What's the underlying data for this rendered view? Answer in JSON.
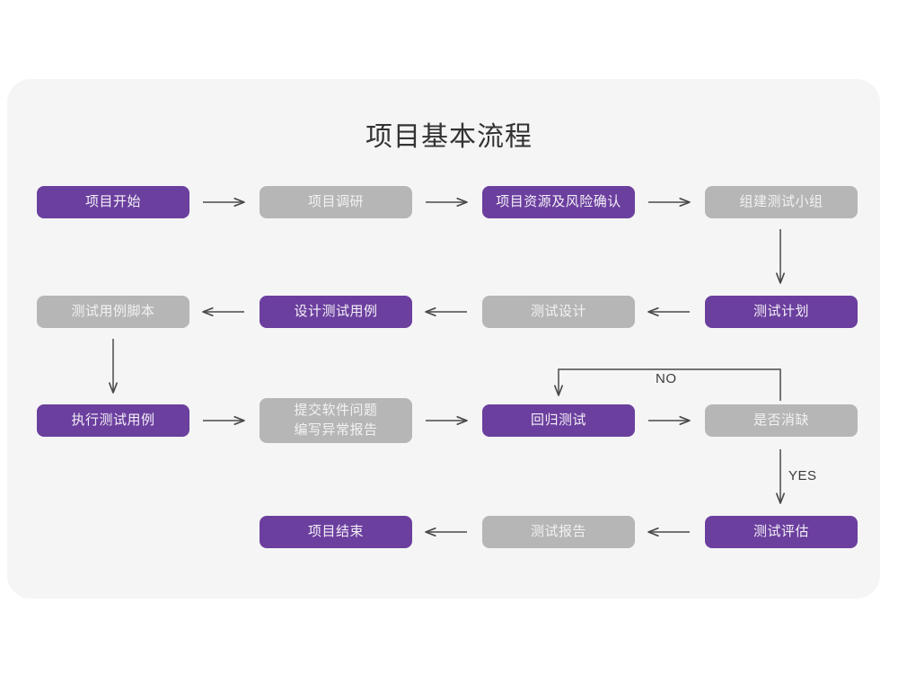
{
  "page": {
    "background": "#ffffff",
    "card_background": "#f5f5f5",
    "title": "项目基本流程"
  },
  "colors": {
    "purple": "#6b3f9e",
    "gray": "#b6b6b6",
    "purple_text": "#f4f0f8",
    "gray_text": "#f2f2f2",
    "arrow": "#4a4a4a",
    "title_text": "#333333"
  },
  "chart_data": {
    "type": "diagram",
    "title": "项目基本流程",
    "nodes": [
      {
        "id": "n1",
        "label": "项目开始",
        "style": "purple",
        "row": 1,
        "col": 1
      },
      {
        "id": "n2",
        "label": "项目调研",
        "style": "gray",
        "row": 1,
        "col": 2
      },
      {
        "id": "n3",
        "label": "项目资源及风险确认",
        "style": "purple",
        "row": 1,
        "col": 3
      },
      {
        "id": "n4",
        "label": "组建测试小组",
        "style": "gray",
        "row": 1,
        "col": 4
      },
      {
        "id": "n5",
        "label": "测试用例脚本",
        "style": "gray",
        "row": 2,
        "col": 1
      },
      {
        "id": "n6",
        "label": "设计测试用例",
        "style": "purple",
        "row": 2,
        "col": 2
      },
      {
        "id": "n7",
        "label": "测试设计",
        "style": "gray",
        "row": 2,
        "col": 3
      },
      {
        "id": "n8",
        "label": "测试计划",
        "style": "purple",
        "row": 2,
        "col": 4
      },
      {
        "id": "n9",
        "label": "执行测试用例",
        "style": "purple",
        "row": 3,
        "col": 1
      },
      {
        "id": "n10",
        "label": "提交软件问题\n编写异常报告",
        "style": "gray",
        "row": 3,
        "col": 2
      },
      {
        "id": "n11",
        "label": "回归测试",
        "style": "purple",
        "row": 3,
        "col": 3
      },
      {
        "id": "n12",
        "label": "是否消缺",
        "style": "gray",
        "row": 3,
        "col": 4
      },
      {
        "id": "n13",
        "label": "项目结束",
        "style": "purple",
        "row": 4,
        "col": 2
      },
      {
        "id": "n14",
        "label": "测试报告",
        "style": "gray",
        "row": 4,
        "col": 3
      },
      {
        "id": "n15",
        "label": "测试评估",
        "style": "purple",
        "row": 4,
        "col": 4
      }
    ],
    "edges": [
      {
        "from": "n1",
        "to": "n2",
        "dir": "right",
        "label": ""
      },
      {
        "from": "n2",
        "to": "n3",
        "dir": "right",
        "label": ""
      },
      {
        "from": "n3",
        "to": "n4",
        "dir": "right",
        "label": ""
      },
      {
        "from": "n4",
        "to": "n8",
        "dir": "down",
        "label": ""
      },
      {
        "from": "n8",
        "to": "n7",
        "dir": "left",
        "label": ""
      },
      {
        "from": "n7",
        "to": "n6",
        "dir": "left",
        "label": ""
      },
      {
        "from": "n6",
        "to": "n5",
        "dir": "left",
        "label": ""
      },
      {
        "from": "n5",
        "to": "n9",
        "dir": "down",
        "label": ""
      },
      {
        "from": "n9",
        "to": "n10",
        "dir": "right",
        "label": ""
      },
      {
        "from": "n10",
        "to": "n11",
        "dir": "right",
        "label": ""
      },
      {
        "from": "n11",
        "to": "n12",
        "dir": "right",
        "label": ""
      },
      {
        "from": "n12",
        "to": "n11",
        "dir": "loop-up",
        "label": "NO"
      },
      {
        "from": "n12",
        "to": "n15",
        "dir": "down",
        "label": "YES"
      },
      {
        "from": "n15",
        "to": "n14",
        "dir": "left",
        "label": ""
      },
      {
        "from": "n14",
        "to": "n13",
        "dir": "left",
        "label": ""
      }
    ],
    "edge_labels": [
      "NO",
      "YES"
    ]
  }
}
